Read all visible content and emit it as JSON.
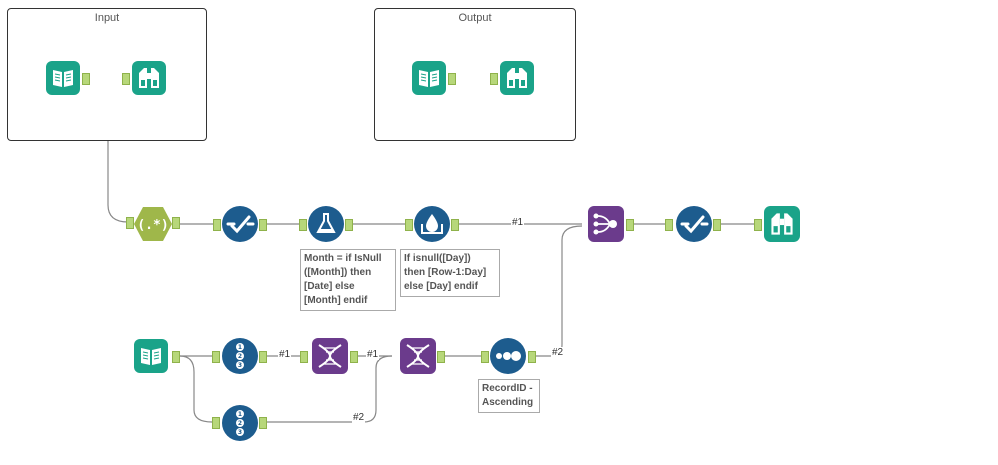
{
  "containers": {
    "input_title": "Input",
    "output_title": "Output"
  },
  "annotations": {
    "formula_month": "Month = if IsNull\n([Month]) then\n[Date] else\n[Month] endif",
    "multirow_day": "If isnull([Day])\nthen [Row-1:Day]\nelse [Day] endif",
    "recordid_sort": "RecordID -\nAscending"
  },
  "connection_labels": {
    "join_1": "#1",
    "join_2": "#2",
    "bottom_1": "#1",
    "bottom_1b": "#1",
    "bottom_2": "#2"
  },
  "icons": {
    "input": "book-icon",
    "browse": "binoculars-icon",
    "regex": "regex-icon",
    "select": "checkmark-icon",
    "formula": "flask-icon",
    "multirow": "droplet-icon",
    "join": "join-icon",
    "sample": "numbered-list-icon",
    "transpose": "dna-icon",
    "recordid": "dots-icon"
  },
  "colors": {
    "teal": "#1aa389",
    "navy": "#1d5c8e",
    "olive": "#9fb74a",
    "purple": "#6b3b8c"
  }
}
